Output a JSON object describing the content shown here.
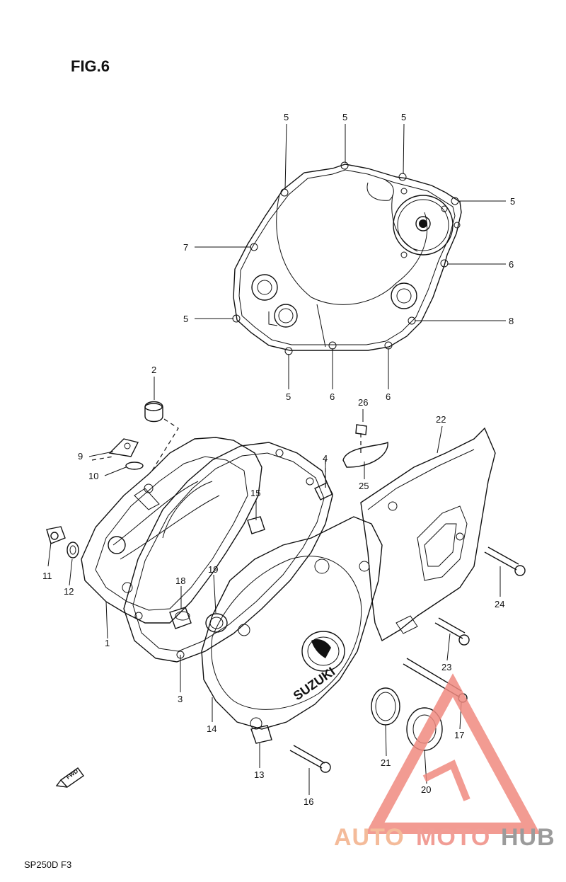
{
  "figure": {
    "title": "FIG.6",
    "code": "SP250D F3",
    "fwd_label": "FWD"
  },
  "callouts": [
    {
      "id": "c-5a",
      "text": "5"
    },
    {
      "id": "c-5b",
      "text": "5"
    },
    {
      "id": "c-5c",
      "text": "5"
    },
    {
      "id": "c-5d",
      "text": "5"
    },
    {
      "id": "c-7",
      "text": "7"
    },
    {
      "id": "c-6a",
      "text": "6"
    },
    {
      "id": "c-5e",
      "text": "5"
    },
    {
      "id": "c-8",
      "text": "8"
    },
    {
      "id": "c-5f",
      "text": "5"
    },
    {
      "id": "c-6b",
      "text": "6"
    },
    {
      "id": "c-6c",
      "text": "6"
    },
    {
      "id": "c-2",
      "text": "2"
    },
    {
      "id": "c-26",
      "text": "26"
    },
    {
      "id": "c-22",
      "text": "22"
    },
    {
      "id": "c-9",
      "text": "9"
    },
    {
      "id": "c-4",
      "text": "4"
    },
    {
      "id": "c-10",
      "text": "10"
    },
    {
      "id": "c-25",
      "text": "25"
    },
    {
      "id": "c-15",
      "text": "15"
    },
    {
      "id": "c-11",
      "text": "11"
    },
    {
      "id": "c-12",
      "text": "12"
    },
    {
      "id": "c-18",
      "text": "18"
    },
    {
      "id": "c-19",
      "text": "19"
    },
    {
      "id": "c-24",
      "text": "24"
    },
    {
      "id": "c-1",
      "text": "1"
    },
    {
      "id": "c-23",
      "text": "23"
    },
    {
      "id": "c-3",
      "text": "3"
    },
    {
      "id": "c-14",
      "text": "14"
    },
    {
      "id": "c-17",
      "text": "17"
    },
    {
      "id": "c-21",
      "text": "21"
    },
    {
      "id": "c-13",
      "text": "13"
    },
    {
      "id": "c-20",
      "text": "20"
    },
    {
      "id": "c-16",
      "text": "16"
    }
  ],
  "cover_marking": "SUZUKI",
  "watermark": {
    "part1": "AUTO",
    "part2": "MOTO",
    "part3": "HUB",
    "colors": {
      "auto": "#f3b089",
      "moto": "#ef8d83",
      "hub": "#8a8a8a",
      "triangle": "#f08a80"
    }
  }
}
